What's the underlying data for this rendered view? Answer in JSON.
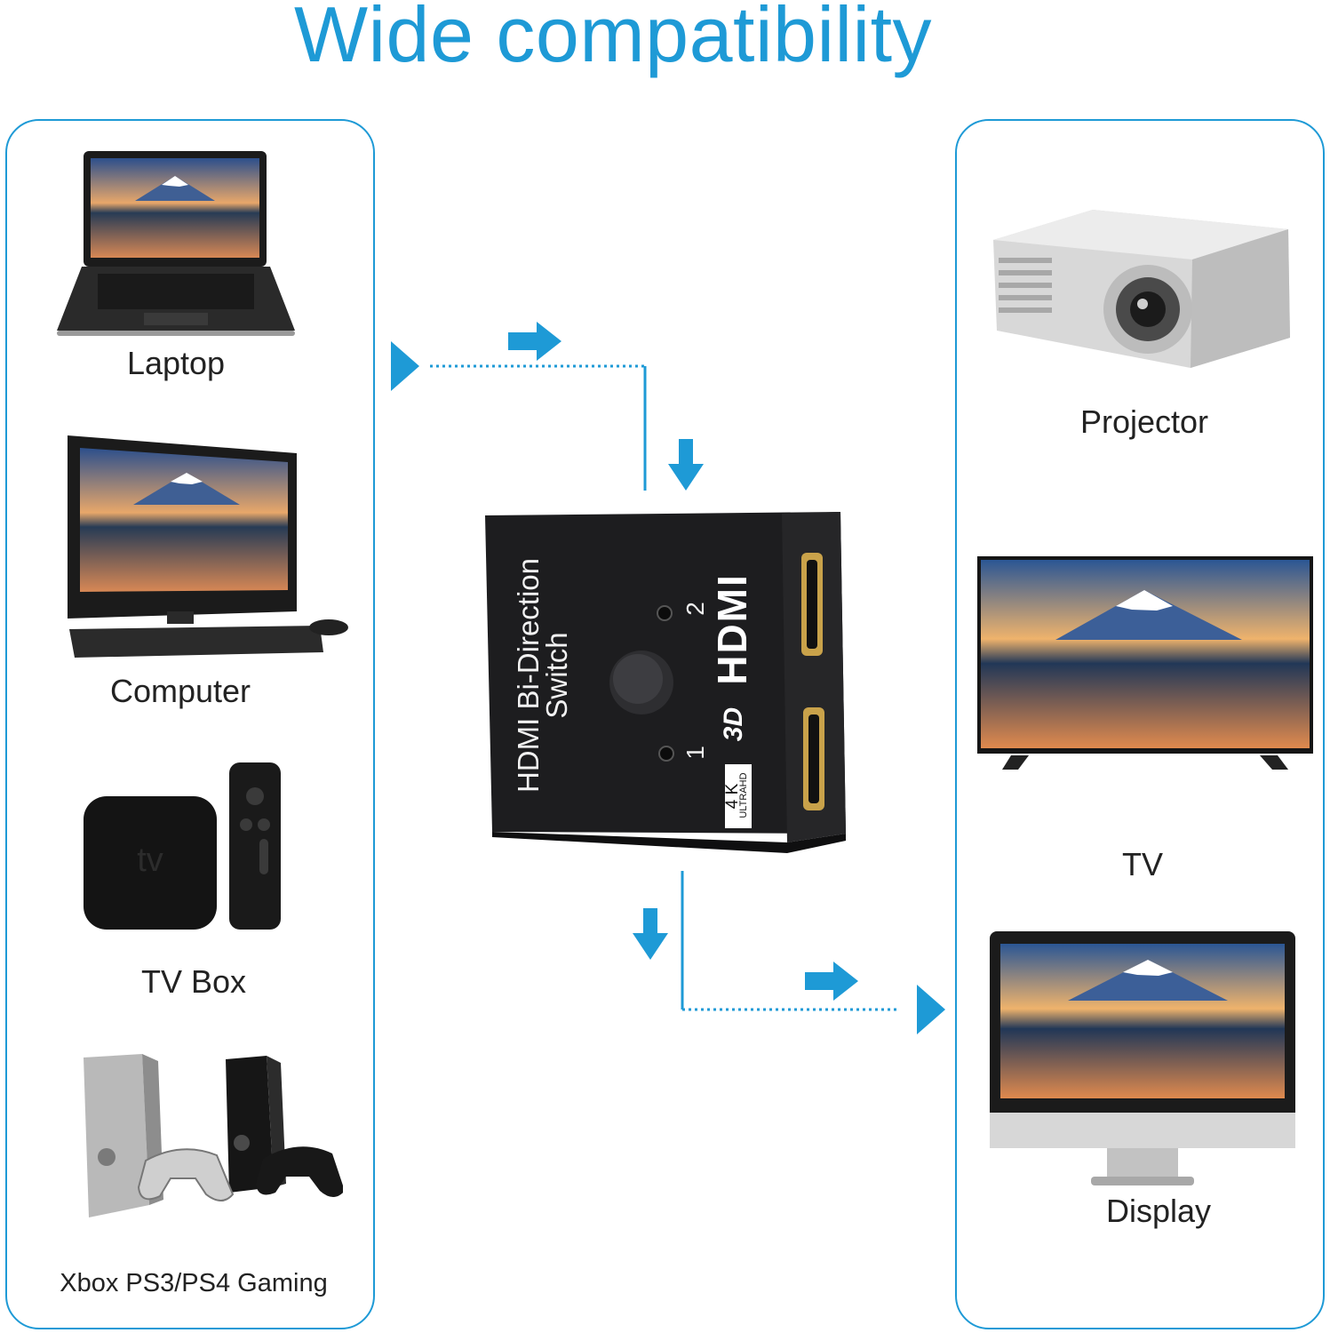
{
  "title": "Wide compatibility",
  "colors": {
    "accent": "#1e9ad6",
    "device_dark": "#1d1d1f"
  },
  "sources": [
    {
      "label": "Laptop",
      "icon": "laptop-icon"
    },
    {
      "label": "Computer",
      "icon": "desktop-computer-icon"
    },
    {
      "label": "TV Box",
      "icon": "tv-box-icon"
    },
    {
      "label": "Xbox PS3/PS4 Gaming",
      "icon": "game-console-icon"
    }
  ],
  "displays": [
    {
      "label": "Projector",
      "icon": "projector-icon"
    },
    {
      "label": "TV",
      "icon": "tv-icon"
    },
    {
      "label": "Display",
      "icon": "monitor-icon"
    }
  ],
  "switch": {
    "name_line1": "HDMI Bi-Direction",
    "name_line2": "Switch",
    "port_1": "1",
    "port_2": "2",
    "logo": "HDMI",
    "badge_3d": "3D",
    "badge_4k": "4 K",
    "badge_uhd": "ULTRAHD"
  }
}
